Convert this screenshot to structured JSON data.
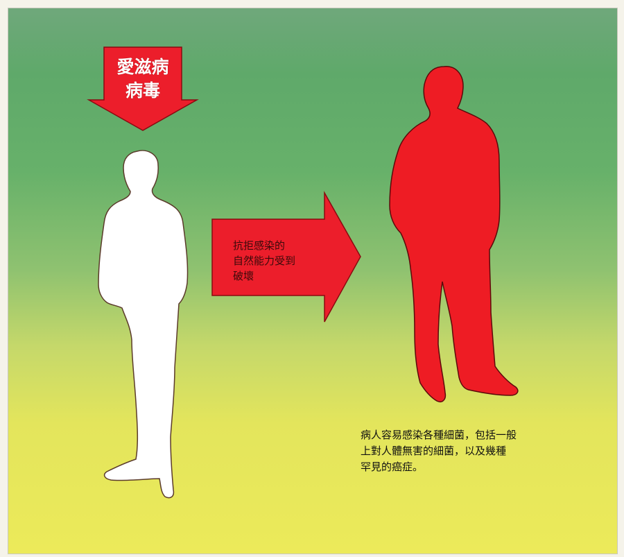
{
  "colors": {
    "gradient_top": "#5fa96a",
    "gradient_bottom": "#ecea5a",
    "arrow_red": "#ec1e2b",
    "infected_red": "#ee1c24",
    "healthy_white": "#ffffff"
  },
  "virus_arrow": {
    "label": "愛滋病\n病毒",
    "icon": "arrow-down-icon"
  },
  "middle_arrow": {
    "label": "抗拒感染的\n自然能力受到\n破壞",
    "icon": "arrow-right-icon"
  },
  "healthy_figure": {
    "icon": "person-silhouette-icon"
  },
  "infected_figure": {
    "icon": "person-silhouette-icon"
  },
  "caption": {
    "text": "病人容易感染各種細菌，包括一般\n上對人體無害的細菌，以及幾種\n罕見的癌症。"
  }
}
